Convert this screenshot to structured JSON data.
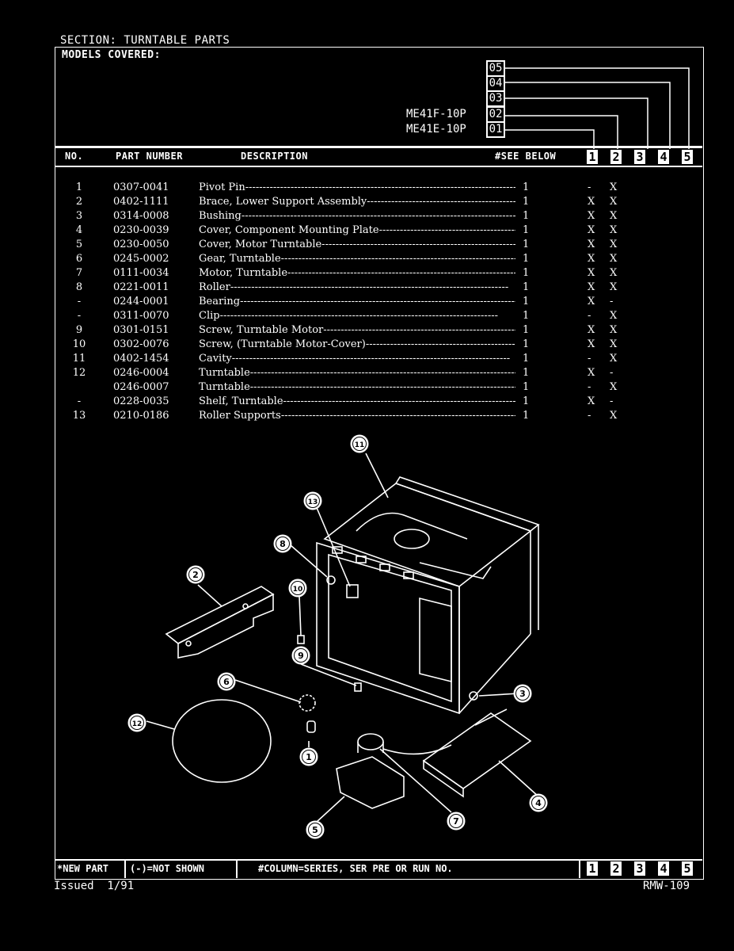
{
  "section_title": "SECTION: TURNTABLE PARTS",
  "models_covered_label": "MODELS COVERED:",
  "models": [
    {
      "code": "05",
      "model": ""
    },
    {
      "code": "04",
      "model": ""
    },
    {
      "code": "03",
      "model": ""
    },
    {
      "code": "02",
      "model": "ME41F-10P"
    },
    {
      "code": "01",
      "model": "ME41E-10P"
    }
  ],
  "headers": {
    "no": "NO.",
    "part_number": "PART NUMBER",
    "description": "DESCRIPTION",
    "see_below": "#SEE BELOW",
    "columns": [
      "1",
      "2",
      "3",
      "4",
      "5"
    ]
  },
  "parts": [
    {
      "no": "1",
      "part": "0307-0041",
      "desc": "Pivot Pin",
      "qty": "1",
      "c1": "-",
      "c2": "X"
    },
    {
      "no": "2",
      "part": "0402-1111",
      "desc": "Brace, Lower Support Assembly",
      "qty": "1",
      "c1": "X",
      "c2": "X"
    },
    {
      "no": "3",
      "part": "0314-0008",
      "desc": "Bushing",
      "qty": "1",
      "c1": "X",
      "c2": "X"
    },
    {
      "no": "4",
      "part": "0230-0039",
      "desc": "Cover, Component Mounting Plate",
      "qty": "1",
      "c1": "X",
      "c2": "X"
    },
    {
      "no": "5",
      "part": "0230-0050",
      "desc": "Cover, Motor Turntable",
      "qty": "1",
      "c1": "X",
      "c2": "X"
    },
    {
      "no": "6",
      "part": "0245-0002",
      "desc": "Gear, Turntable",
      "qty": "1",
      "c1": "X",
      "c2": "X"
    },
    {
      "no": "7",
      "part": "0111-0034",
      "desc": "Motor, Turntable",
      "qty": "1",
      "c1": "X",
      "c2": "X"
    },
    {
      "no": "8",
      "part": "0221-0011",
      "desc": "Roller",
      "qty": "1",
      "c1": "X",
      "c2": "X"
    },
    {
      "no": "-",
      "part": "0244-0001",
      "desc": "Bearing",
      "qty": "1",
      "c1": "X",
      "c2": "-"
    },
    {
      "no": "-",
      "part": "0311-0070",
      "desc": "Clip",
      "qty": "1",
      "c1": "-",
      "c2": "X"
    },
    {
      "no": "9",
      "part": "0301-0151",
      "desc": "Screw, Turntable Motor",
      "qty": "1",
      "c1": "X",
      "c2": "X"
    },
    {
      "no": "10",
      "part": "0302-0076",
      "desc": "Screw, (Turntable Motor-Cover)",
      "qty": "1",
      "c1": "X",
      "c2": "X"
    },
    {
      "no": "11",
      "part": "0402-1454",
      "desc": "Cavity",
      "qty": "1",
      "c1": "-",
      "c2": "X"
    },
    {
      "no": "12",
      "part": "0246-0004",
      "desc": "Turntable",
      "qty": "1",
      "c1": "X",
      "c2": "-"
    },
    {
      "no": "",
      "part": "0246-0007",
      "desc": "Turntable",
      "qty": "1",
      "c1": "-",
      "c2": "X"
    },
    {
      "no": "-",
      "part": "0228-0035",
      "desc": "Shelf, Turntable",
      "qty": "1",
      "c1": "X",
      "c2": "-"
    },
    {
      "no": "13",
      "part": "0210-0186",
      "desc": "Roller Supports",
      "qty": "1",
      "c1": "-",
      "c2": "X"
    }
  ],
  "callouts": [
    "1",
    "2",
    "3",
    "4",
    "5",
    "6",
    "7",
    "8",
    "9",
    "10",
    "11",
    "12",
    "13"
  ],
  "footer": {
    "new_part": "*NEW PART",
    "not_shown": "(-)=NOT SHOWN",
    "column_note": "#COLUMN=SERIES, SER PRE OR RUN NO.",
    "columns": [
      "1",
      "2",
      "3",
      "4",
      "5"
    ],
    "issued": "Issued  1/91",
    "doc_id": "RMW-109"
  }
}
